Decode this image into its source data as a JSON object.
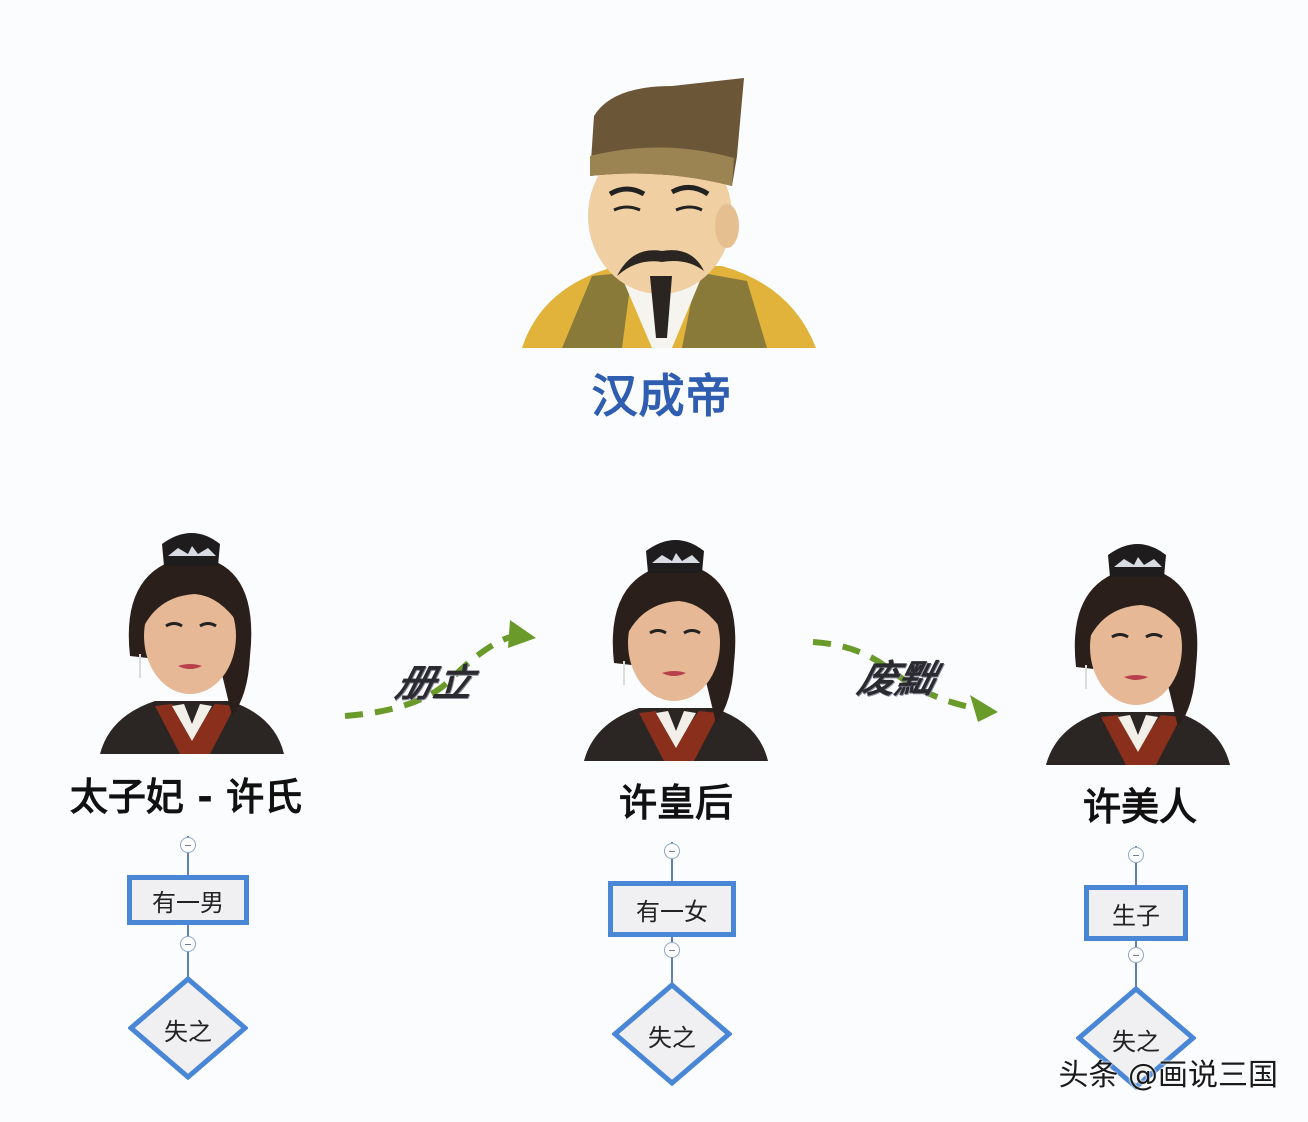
{
  "emperor": {
    "name": "汉成帝",
    "portrait_icon": "emperor-portrait-icon",
    "name_color": "#2f5db0"
  },
  "consorts": [
    {
      "name": "太子妃 - 许氏",
      "portrait_icon": "consort-portrait-icon",
      "child_node": "有一男",
      "outcome_node": "失之"
    },
    {
      "name": "许皇后",
      "portrait_icon": "consort-portrait-icon",
      "child_node": "有一女",
      "outcome_node": "失之"
    },
    {
      "name": "许美人",
      "portrait_icon": "consort-portrait-icon",
      "child_node": "生子",
      "outcome_node": "失之"
    }
  ],
  "transitions": [
    {
      "label": "册立",
      "from": "太子妃 - 许氏",
      "to": "许皇后"
    },
    {
      "label": "废黜",
      "from": "许皇后",
      "to": "许美人"
    }
  ],
  "colors": {
    "node_border": "#4a86d6",
    "node_fill": "#f0f0f2",
    "arrow": "#6a9a2a",
    "connector": "#5f7fb5"
  },
  "watermark": "头条 @画说三国"
}
